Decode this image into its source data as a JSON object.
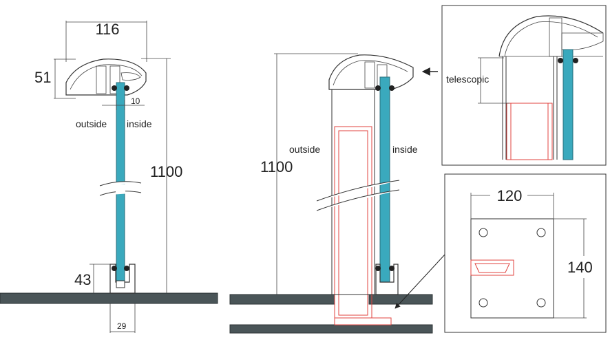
{
  "labels": {
    "dim_width_top": "116",
    "dim_height_top": "51",
    "dim_glass_offset": "10",
    "outside_left": "outside",
    "inside_left": "inside",
    "dim_height_left": "1100",
    "dim_base_height": "43",
    "dim_base_width": "29",
    "dim_height_mid": "1100",
    "outside_mid": "outside",
    "inside_mid": "inside",
    "telescopic": "telescopic",
    "plate_width": "120",
    "plate_height": "140"
  },
  "colors": {
    "glass": "#3aa9bd",
    "post_outline": "#e0433f",
    "floor": "#4a5558"
  }
}
